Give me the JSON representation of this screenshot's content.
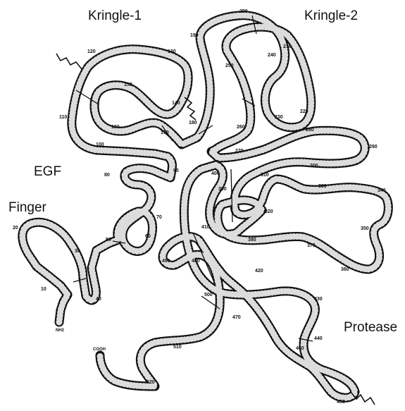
{
  "domains": {
    "kringle1": "Kringle-1",
    "kringle2": "Kringle-2",
    "egf": "EGF",
    "finger": "Finger",
    "protease": "Protease"
  },
  "termini": {
    "n": "NH2",
    "c": "COOH"
  },
  "residues": [
    "10",
    "20",
    "30",
    "40",
    "50",
    "60",
    "70",
    "80",
    "90",
    "100",
    "110",
    "120",
    "130",
    "140",
    "150",
    "160",
    "170",
    "180",
    "190",
    "200",
    "210",
    "220",
    "230",
    "240",
    "250",
    "260",
    "270",
    "280",
    "290",
    "300",
    "310",
    "320",
    "330",
    "340",
    "350",
    "360",
    "370",
    "380",
    "390",
    "400",
    "410",
    "420",
    "430",
    "440",
    "450",
    "460",
    "470",
    "480",
    "490",
    "500",
    "510",
    "520"
  ]
}
